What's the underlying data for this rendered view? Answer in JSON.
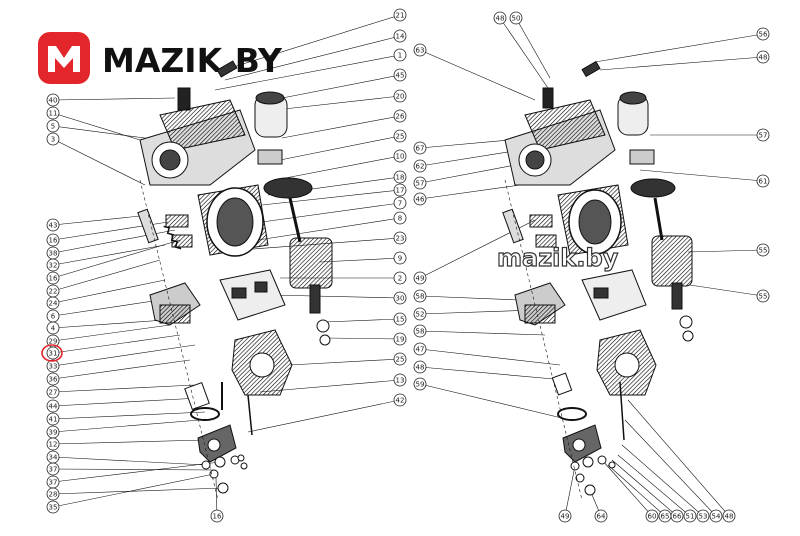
{
  "logo": {
    "text": "MAZIK.BY",
    "mark": "M",
    "accent": "#e3262b",
    "ink": "#111111"
  },
  "watermark": {
    "text": "mazik.by"
  },
  "left_diagram": {
    "top_labels": [
      "21",
      "14",
      "1",
      "45",
      "20",
      "26",
      "25",
      "10",
      "18",
      "17",
      "7",
      "8",
      "23",
      "9",
      "2",
      "30",
      "15",
      "19",
      "25",
      "13",
      "42",
      "16"
    ],
    "left_labels": [
      "40",
      "11",
      "5",
      "3",
      "43",
      "16",
      "38",
      "32",
      "16",
      "22",
      "24",
      "6",
      "4",
      "29",
      "31",
      "33",
      "36",
      "27",
      "44",
      "41",
      "39",
      "12",
      "34",
      "37",
      "37",
      "28",
      "35"
    ]
  },
  "right_diagram": {
    "top_labels": [
      "48",
      "50",
      "56",
      "48",
      "63",
      "57",
      "61",
      "55",
      "55"
    ],
    "left_labels": [
      "67",
      "62",
      "57",
      "46",
      "49",
      "58",
      "52",
      "58",
      "47",
      "48",
      "59"
    ],
    "bottom_labels": [
      "49",
      "64",
      "60",
      "65",
      "66",
      "51",
      "53",
      "54",
      "48"
    ]
  },
  "highlight": {
    "label": "31",
    "color": "#e3262b"
  }
}
